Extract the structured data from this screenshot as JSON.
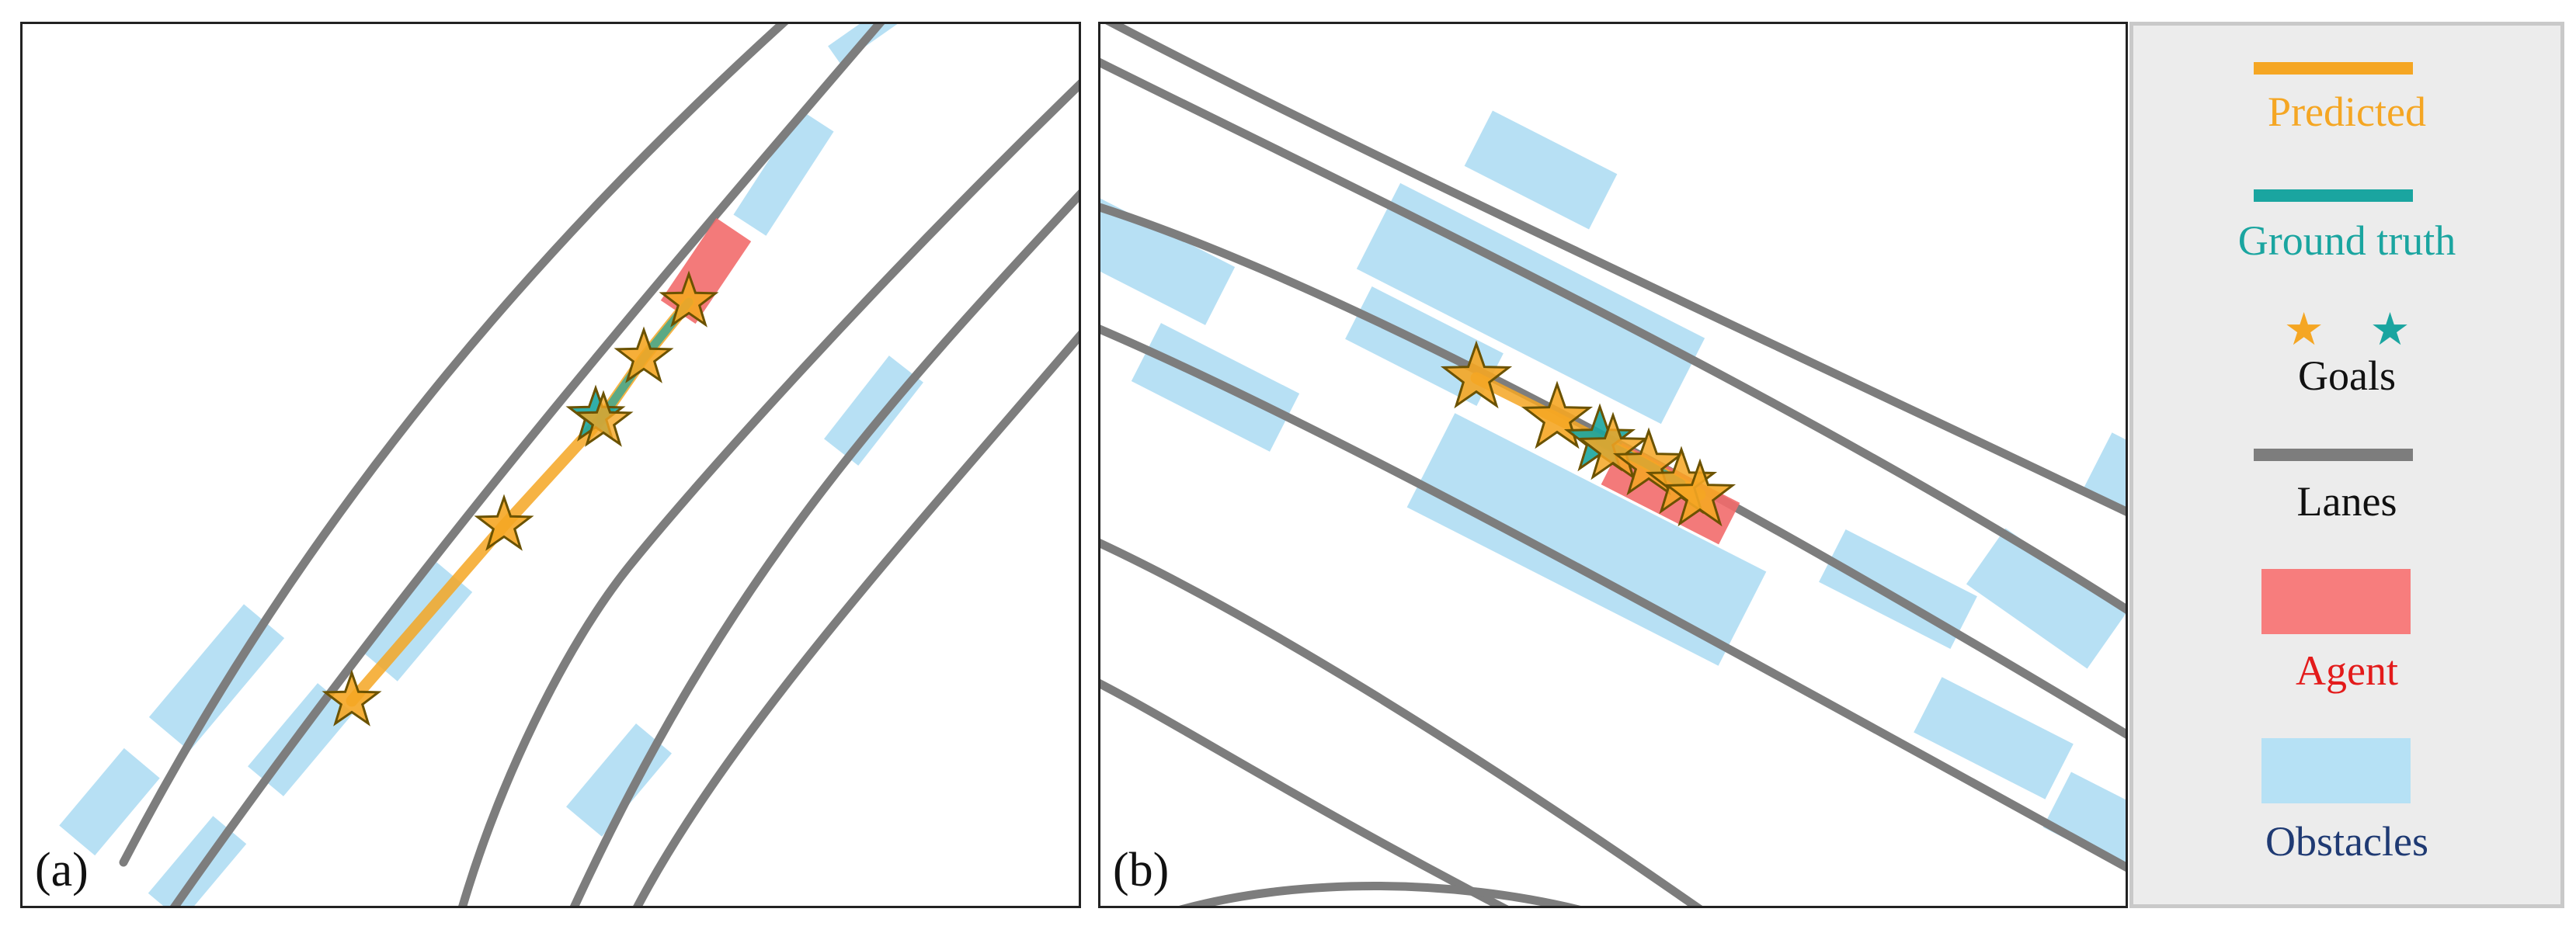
{
  "panels": [
    {
      "label": "(a)"
    },
    {
      "label": "(b)"
    }
  ],
  "legend": {
    "predicted": "Predicted",
    "ground_truth": "Ground truth",
    "goals": "Goals",
    "goal_star_predicted": "★",
    "goal_star_ground_truth": "★",
    "lanes": "Lanes",
    "agent": "Agent",
    "obstacles": "Obstacles"
  },
  "colors": {
    "predicted": "#f5a623",
    "ground_truth": "#1aa5a0",
    "lanes": "#7d7d7d",
    "agent": "#f26b6b",
    "obstacles": "#aadbf2",
    "agent_text": "#e31b1b",
    "obstacles_text": "#1f3a73",
    "goals_text": "#111111",
    "lanes_text": "#111111"
  }
}
